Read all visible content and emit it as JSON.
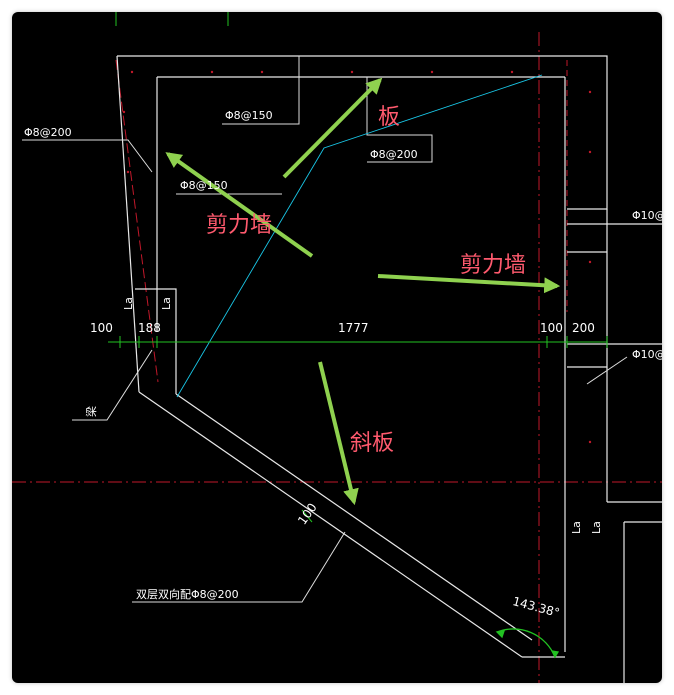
{
  "annotations": {
    "slab": "板",
    "shear_wall_left": "剪力墙",
    "shear_wall_right": "剪力墙",
    "inclined_slab": "斜板"
  },
  "rebar_labels": {
    "top_inner": "Φ8@150",
    "left_outer": "Φ8@200",
    "left_inner": "Φ8@150",
    "center": "Φ8@200",
    "right_top": "Φ10@",
    "right_mid": "Φ10@",
    "bottom_note": "双层双向配Φ8@200"
  },
  "dimensions": {
    "d100_left": "100",
    "d188": "188",
    "d1777": "1777",
    "d100_right": "100",
    "d200": "200",
    "slab_thickness": "100",
    "angle": "143.38°"
  },
  "labels": {
    "beam": "梁",
    "la1": "La",
    "la2": "La",
    "la3": "La",
    "la4": "La"
  },
  "colors": {
    "arrow": "#8fd14f",
    "annotation": "#ff5a6e",
    "grid_red": "#c0182a",
    "cyan": "#19c6e6",
    "dim_green": "#22c222"
  }
}
